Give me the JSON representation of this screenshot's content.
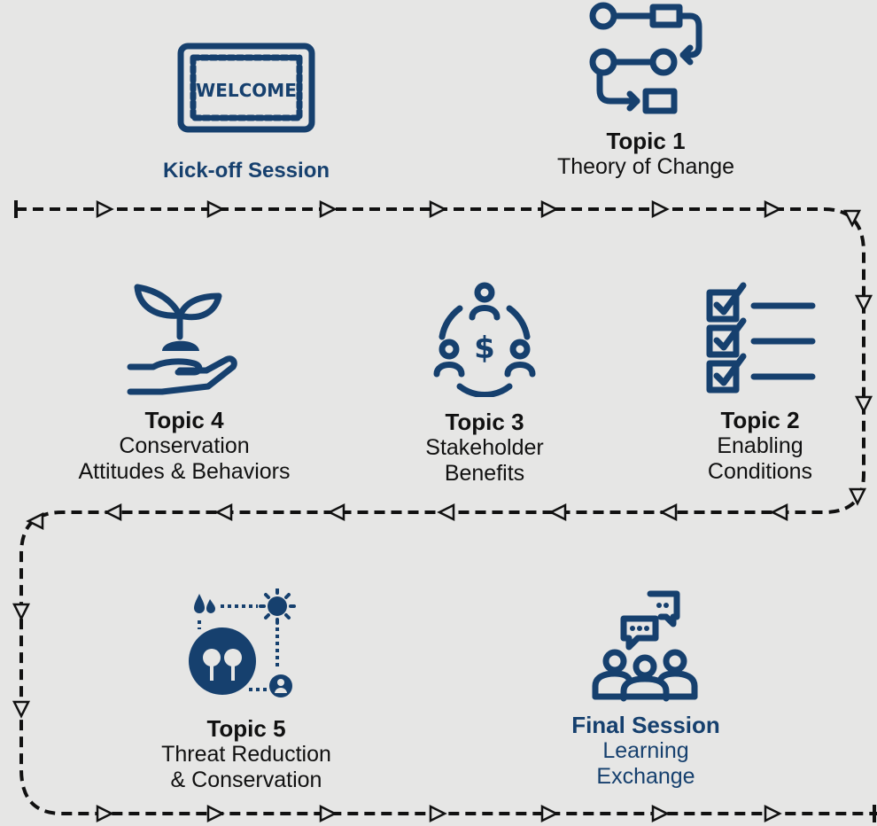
{
  "kickoff": {
    "title": "Kick-off Session",
    "sign_text": "WELCOME"
  },
  "topic1": {
    "title": "Topic 1",
    "subtitle": "Theory of Change"
  },
  "topic2": {
    "title": "Topic 2",
    "line1": "Enabling",
    "line2": "Conditions"
  },
  "topic3": {
    "title": "Topic 3",
    "line1": "Stakeholder",
    "line2": "Benefits",
    "currency_symbol": "$"
  },
  "topic4": {
    "title": "Topic 4",
    "line1": "Conservation",
    "line2": "Attitudes & Behaviors"
  },
  "topic5": {
    "title": "Topic 5",
    "line1": "Threat Reduction",
    "line2": "& Conservation"
  },
  "final": {
    "title": "Final Session",
    "line1": "Learning",
    "line2": "Exchange"
  },
  "colors": {
    "accent": "#16406e",
    "text": "#111111",
    "background": "#e6e6e5"
  },
  "icons": {
    "kickoff": "welcome-sign-icon",
    "topic1": "flowchart-icon",
    "topic2": "checklist-icon",
    "topic3": "stakeholder-money-icon",
    "topic4": "plant-in-hand-icon",
    "topic5": "ecosystem-threat-icon",
    "final": "discussion-group-icon"
  }
}
